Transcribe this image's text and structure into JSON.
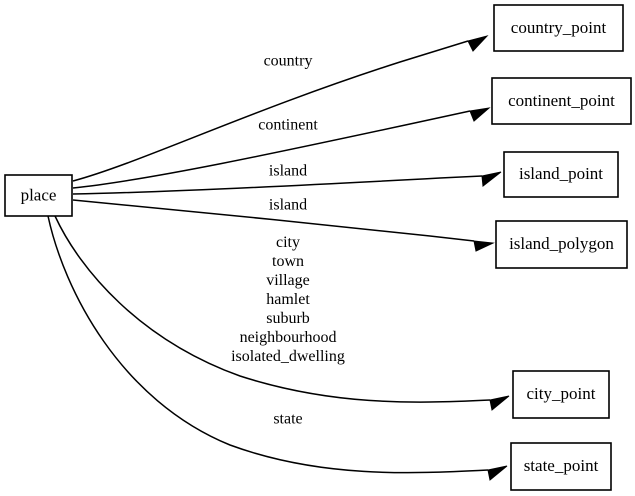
{
  "diagram": {
    "type": "directed-graph",
    "title": "place tag routing graph",
    "background_color": "#ffffff",
    "line_color": "#000000",
    "node_fill": "#ffffff",
    "source_node": {
      "id": "place",
      "label": "place"
    },
    "target_nodes": [
      {
        "id": "country_point",
        "label": "country_point"
      },
      {
        "id": "continent_point",
        "label": "continent_point"
      },
      {
        "id": "island_point",
        "label": "island_point"
      },
      {
        "id": "island_polygon",
        "label": "island_polygon"
      },
      {
        "id": "city_point",
        "label": "city_point"
      },
      {
        "id": "state_point",
        "label": "state_point"
      }
    ],
    "edges": [
      {
        "from": "place",
        "to": "country_point",
        "label": "country",
        "label_lines": [
          "country"
        ]
      },
      {
        "from": "place",
        "to": "continent_point",
        "label": "continent",
        "label_lines": [
          "continent"
        ]
      },
      {
        "from": "place",
        "to": "island_point",
        "label": "island",
        "label_lines": [
          "island"
        ]
      },
      {
        "from": "place",
        "to": "island_polygon",
        "label": "island",
        "label_lines": [
          "island"
        ]
      },
      {
        "from": "place",
        "to": "city_point",
        "label": "city town village hamlet suburb neighbourhood isolated_dwelling",
        "label_lines": [
          "city",
          "town",
          "village",
          "hamlet",
          "suburb",
          "neighbourhood",
          "isolated_dwelling"
        ]
      },
      {
        "from": "place",
        "to": "state_point",
        "label": "state",
        "label_lines": [
          "state"
        ]
      }
    ]
  }
}
